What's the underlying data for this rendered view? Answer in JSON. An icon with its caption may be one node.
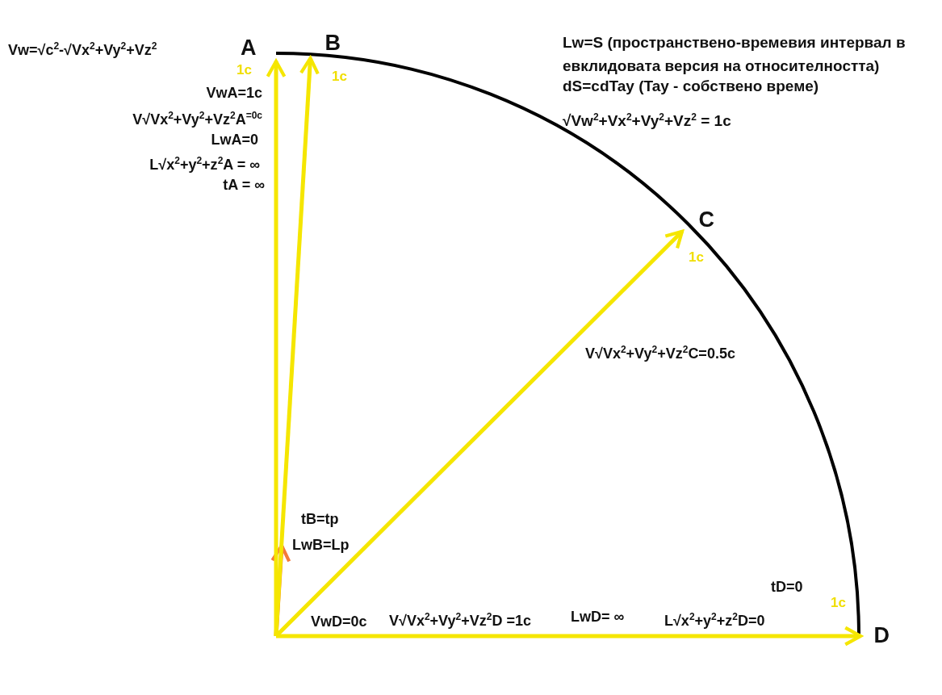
{
  "diagram": {
    "nodes": [
      {
        "text": [
          "A"
        ]
      },
      {
        "text": [
          "B"
        ]
      },
      {
        "text": [
          "C"
        ]
      },
      {
        "text": [
          "D"
        ]
      }
    ],
    "edges": [
      {
        "from": null,
        "to": 0,
        "arrow": "to",
        "label": "1c"
      },
      {
        "from": null,
        "to": 1,
        "arrow": "to",
        "label": "1c"
      },
      {
        "from": null,
        "to": 2,
        "arrow": "to",
        "label": "1c"
      },
      {
        "from": null,
        "to": 3,
        "arrow": "to",
        "label": "1c"
      }
    ],
    "labels": [
      "Vw=√c$^{2}$-√Vx$^{2}$+Vy$^{2}$+Vz$^{2}$",
      "Lw=S (пространствено-времевия интервал в евклидовата версия на относителността)",
      "dS=cdTay (Tay - собствено време)",
      "√Vw$^{2}$+Vx$^{2}$+Vy$^{2}$+Vz$^{2}$ = 1c",
      "VwA=1c",
      "V√Vx$^{2}$+Vy$^{2}$+Vz$^{2}$A$^{=0c}$",
      "LwA=0",
      "L√x$^{2}$+y$^{2}$+z$^{2}$A = ∞",
      "tA = ∞",
      "V√Vx$^{2}$+Vy$^{2}$+Vz$^{2}$C=0.5c",
      "tB=tp",
      "LwB=Lp",
      "tD=0",
      "VwD=0c",
      "V√Vx$^{2}$+Vy$^{2}$+Vz$^{2}$D =1c",
      "LwD= ∞",
      "L√x$^{2}$+y$^{2}$+z$^{2}$D=0"
    ]
  }
}
